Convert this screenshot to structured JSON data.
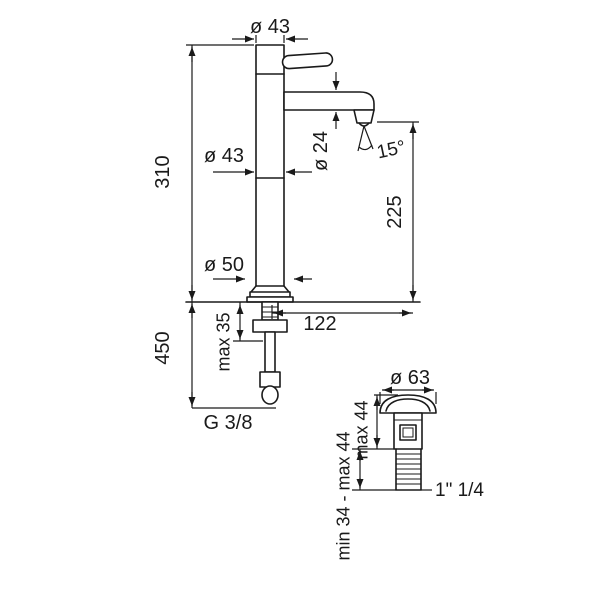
{
  "drawing": {
    "faucet": {
      "top_diameter": "ø 43",
      "body_diameter": "ø 43",
      "spout_diameter": "ø 24",
      "spout_angle": "15°",
      "height_above_deck": "310",
      "spout_height": "225",
      "base_diameter": "ø 50",
      "spout_reach": "122",
      "max_deck_thickness": "max 35",
      "hose_length": "450",
      "connection_thread": "G 3/8"
    },
    "drain": {
      "cap_diameter": "ø 63",
      "body_height": "max 44",
      "adjust_range": "min 34 - max 44",
      "thread_size": "1\" 1/4"
    },
    "colors": {
      "line": "#1a1a1a",
      "background": "#ffffff"
    }
  }
}
